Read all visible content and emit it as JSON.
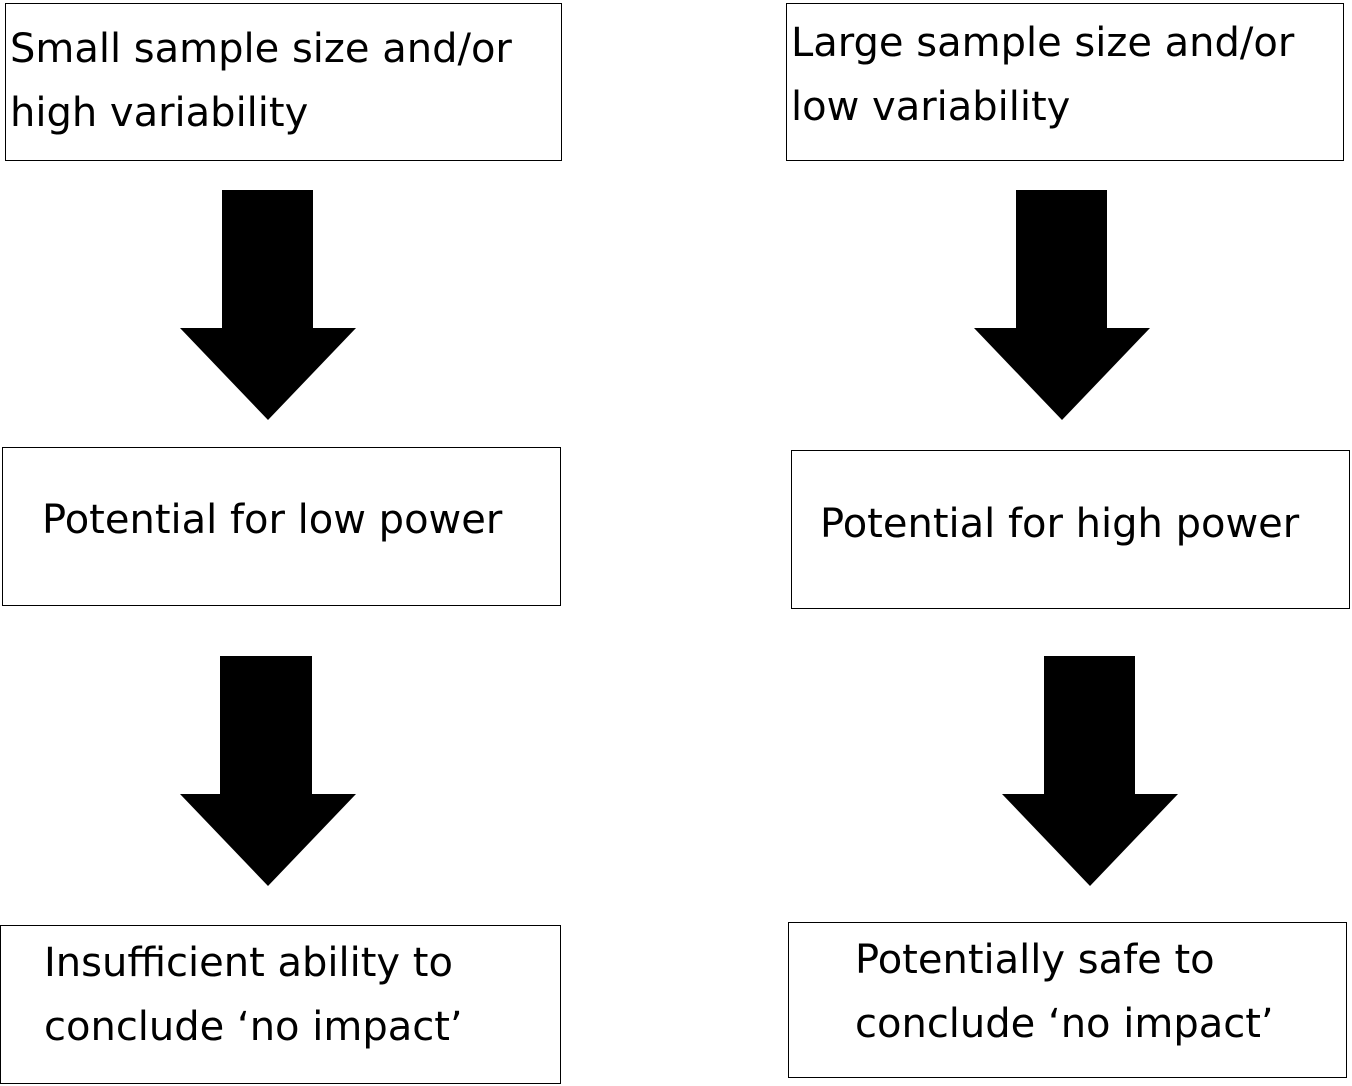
{
  "left": {
    "box1": {
      "line1": "Small sample size and/or",
      "line2": "high variability"
    },
    "box2": {
      "line1": "Potential for low power"
    },
    "box3": {
      "line1": "Insufficient ability to",
      "line2": "conclude ‘no impact’"
    }
  },
  "right": {
    "box1": {
      "line1": "Large sample size and/or",
      "line2": "low variability"
    },
    "box2": {
      "line1": "Potential for high power"
    },
    "box3": {
      "line1": "Potentially safe to",
      "line2": "conclude ‘no impact’"
    }
  },
  "colors": {
    "arrow": "#000000",
    "border": "#000000",
    "text": "#000000",
    "background": "#ffffff"
  }
}
